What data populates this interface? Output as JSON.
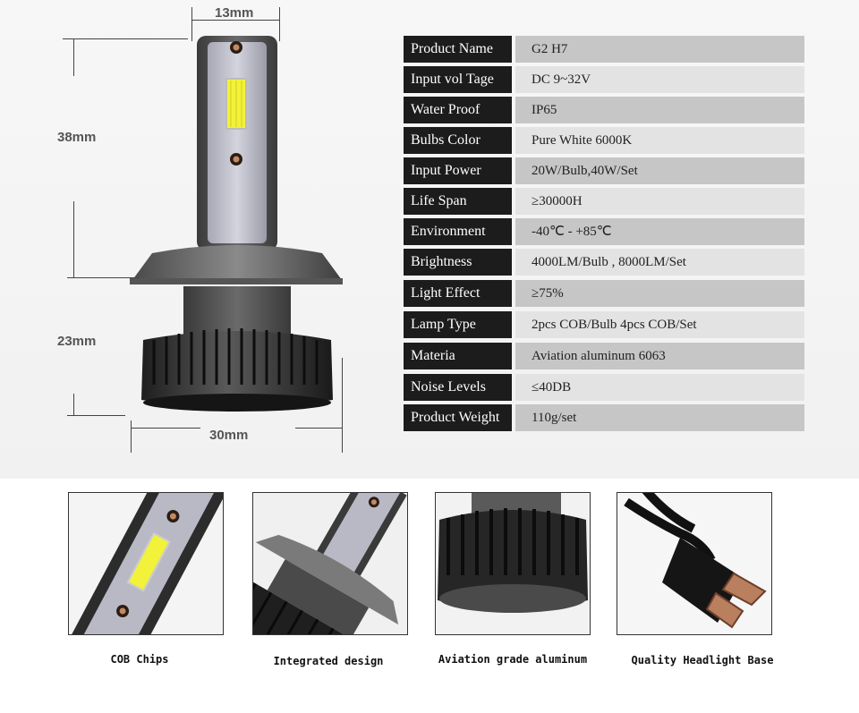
{
  "dimensions": {
    "neck_width": "13mm",
    "chip_height": "38mm",
    "base_height": "23mm",
    "base_width": "30mm"
  },
  "specs": [
    {
      "label": "Product Name",
      "value": "G2 H7"
    },
    {
      "label": "Input vol Tage",
      "value": "DC 9~32V"
    },
    {
      "label": "Water Proof",
      "value": "IP65"
    },
    {
      "label": "Bulbs Color",
      "value": "Pure White 6000K"
    },
    {
      "label": "Input Power",
      "value": "20W/Bulb,40W/Set"
    },
    {
      "label": "Life Span",
      "value": "≥30000H"
    },
    {
      "label": "Environment",
      "value": "-40℃ - +85℃"
    },
    {
      "label": "Brightness",
      "value": "4000LM/Bulb , 8000LM/Set"
    },
    {
      "label": "Light Effect",
      "value": "≥75%"
    },
    {
      "label": "Lamp Type",
      "value": "2pcs COB/Bulb  4pcs COB/Set"
    },
    {
      "label": "Materia",
      "value": "Aviation aluminum 6063"
    },
    {
      "label": "Noise Levels",
      "value": "≤40DB"
    },
    {
      "label": "Product Weight",
      "value": "110g/set"
    }
  ],
  "features": [
    {
      "caption": "COB Chips",
      "icon": "cob-chip-closeup"
    },
    {
      "caption": "Integrated design",
      "icon": "bulb-neck-closeup"
    },
    {
      "caption": "Aviation grade aluminum",
      "icon": "heatsink-fins-closeup"
    },
    {
      "caption": "Quality Headlight Base",
      "icon": "h7-plug-connector"
    }
  ],
  "colors": {
    "label_bg": "#1c1c1c",
    "value_bg_dark": "#c6c6c6",
    "value_bg_light": "#e3e3e3",
    "led_yellow": "#f2f23a"
  }
}
